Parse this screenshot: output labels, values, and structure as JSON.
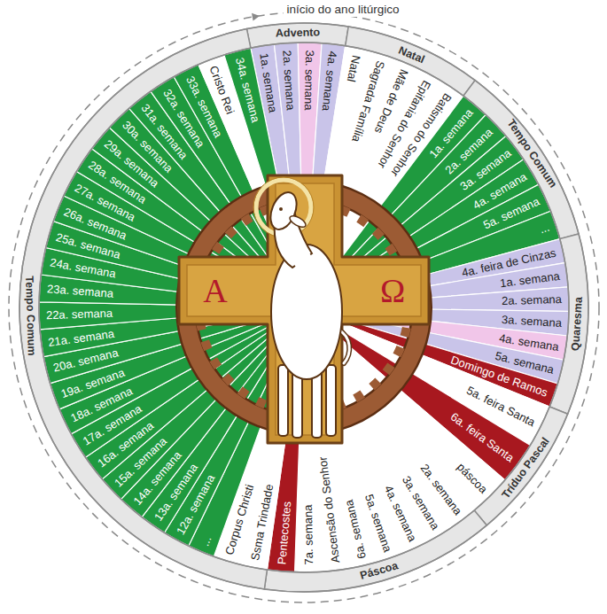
{
  "diagram": {
    "nodes": [
      {
        "text": [
          "Advento"
        ]
      },
      {
        "text": [
          "1a. semana"
        ]
      },
      {
        "text": [
          "2a. semana"
        ]
      },
      {
        "text": [
          "3a. semana"
        ]
      },
      {
        "text": [
          "4a. semana"
        ]
      },
      {
        "text": [
          "Natal"
        ]
      },
      {
        "text": [
          "Natal"
        ]
      },
      {
        "text": [
          "Sagrada Família"
        ]
      },
      {
        "text": [
          "Mãe de Deus"
        ]
      },
      {
        "text": [
          "Epifania do Senhor"
        ]
      },
      {
        "text": [
          "Batismo do Senhor"
        ]
      },
      {
        "text": [
          "Tempo Comum"
        ]
      },
      {
        "text": [
          "1a. semana"
        ]
      },
      {
        "text": [
          "2a. semana"
        ]
      },
      {
        "text": [
          "3a. semana"
        ]
      },
      {
        "text": [
          "4a. semana"
        ]
      },
      {
        "text": [
          "5a. semana"
        ]
      },
      {
        "text": [
          "..."
        ]
      },
      {
        "text": [
          "Quaresma"
        ]
      },
      {
        "text": [
          "4a. feira de Cinzas"
        ]
      },
      {
        "text": [
          "1a. semana"
        ]
      },
      {
        "text": [
          "2a. semana"
        ]
      },
      {
        "text": [
          "3a. semana"
        ]
      },
      {
        "text": [
          "4a. semana"
        ]
      },
      {
        "text": [
          "5a. semana"
        ]
      },
      {
        "text": [
          "Domingo de Ramos"
        ]
      },
      {
        "text": [
          "Tríduo Pascal"
        ]
      },
      {
        "text": [
          "5a. feira Santa"
        ]
      },
      {
        "text": [
          "6a. feira Santa"
        ]
      },
      {
        "text": [
          "páscoa"
        ]
      },
      {
        "text": [
          "Páscoa"
        ]
      },
      {
        "text": [
          "2a. semana"
        ]
      },
      {
        "text": [
          "3a. semana"
        ]
      },
      {
        "text": [
          "4a. semana"
        ]
      },
      {
        "text": [
          "5a. semana"
        ]
      },
      {
        "text": [
          "6a. semana"
        ]
      },
      {
        "text": [
          "Ascensão do Senhor"
        ]
      },
      {
        "text": [
          "7a. semana"
        ]
      },
      {
        "text": [
          "Pentecostes"
        ]
      },
      {
        "text": [
          "Tempo Comum"
        ]
      },
      {
        "text": [
          "Ssma Trindade"
        ]
      },
      {
        "text": [
          "Corpus Christi"
        ]
      },
      {
        "text": [
          "..."
        ]
      },
      {
        "text": [
          "12a. semana"
        ]
      },
      {
        "text": [
          "13a. semana"
        ]
      },
      {
        "text": [
          "14a. semana"
        ]
      },
      {
        "text": [
          "15a. semana"
        ]
      },
      {
        "text": [
          "16a. semana"
        ]
      },
      {
        "text": [
          "17a. semana"
        ]
      },
      {
        "text": [
          "18a. semana"
        ]
      },
      {
        "text": [
          "19a. semana"
        ]
      },
      {
        "text": [
          "20a. semana"
        ]
      },
      {
        "text": [
          "21a. semana"
        ]
      },
      {
        "text": [
          "22a. semana"
        ]
      },
      {
        "text": [
          "23a. semana"
        ]
      },
      {
        "text": [
          "24a. semana"
        ]
      },
      {
        "text": [
          "25a. semana"
        ]
      },
      {
        "text": [
          "26a. semana"
        ]
      },
      {
        "text": [
          "27a. semana"
        ]
      },
      {
        "text": [
          "28a. semana"
        ]
      },
      {
        "text": [
          "29a. semana"
        ]
      },
      {
        "text": [
          "30a. semana"
        ]
      },
      {
        "text": [
          "31a. semana"
        ]
      },
      {
        "text": [
          "32a. semana"
        ]
      },
      {
        "text": [
          "33a. semana"
        ]
      },
      {
        "text": [
          "Cristo Rei"
        ]
      },
      {
        "text": [
          "34a. semana"
        ]
      }
    ],
    "labels": [
      "início do ano litúrgico",
      "A",
      "Ω"
    ]
  }
}
